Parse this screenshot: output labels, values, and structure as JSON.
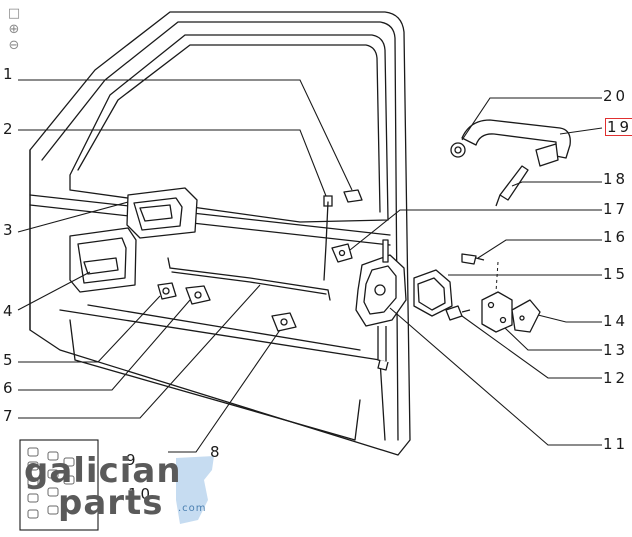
{
  "toolbar": {
    "fit_icon": "□",
    "zoom_in_icon": "⊕",
    "zoom_out_icon": "⊖"
  },
  "callouts": [
    {
      "id": "1",
      "label": "1"
    },
    {
      "id": "2",
      "label": "2"
    },
    {
      "id": "3",
      "label": "3"
    },
    {
      "id": "4",
      "label": "4"
    },
    {
      "id": "5",
      "label": "5"
    },
    {
      "id": "6",
      "label": "6"
    },
    {
      "id": "7",
      "label": "7"
    },
    {
      "id": "8",
      "label": "8"
    },
    {
      "id": "9",
      "label": "9"
    },
    {
      "id": "10",
      "label": "10"
    },
    {
      "id": "11",
      "label": "11"
    },
    {
      "id": "12",
      "label": "12"
    },
    {
      "id": "13",
      "label": "13"
    },
    {
      "id": "14",
      "label": "14"
    },
    {
      "id": "15",
      "label": "15"
    },
    {
      "id": "16",
      "label": "16"
    },
    {
      "id": "17",
      "label": "17"
    },
    {
      "id": "18",
      "label": "18"
    },
    {
      "id": "19",
      "label": "19",
      "highlighted": true
    },
    {
      "id": "20",
      "label": "20"
    }
  ],
  "watermark": {
    "brand_top": "galician",
    "brand_bottom": "parts",
    "domain": ".com"
  },
  "colors": {
    "line": "#1a1a1a",
    "highlight_box": "#e03030",
    "watermark_text": "#5a5a5a",
    "watermark_blue": "#bcd6ee"
  }
}
